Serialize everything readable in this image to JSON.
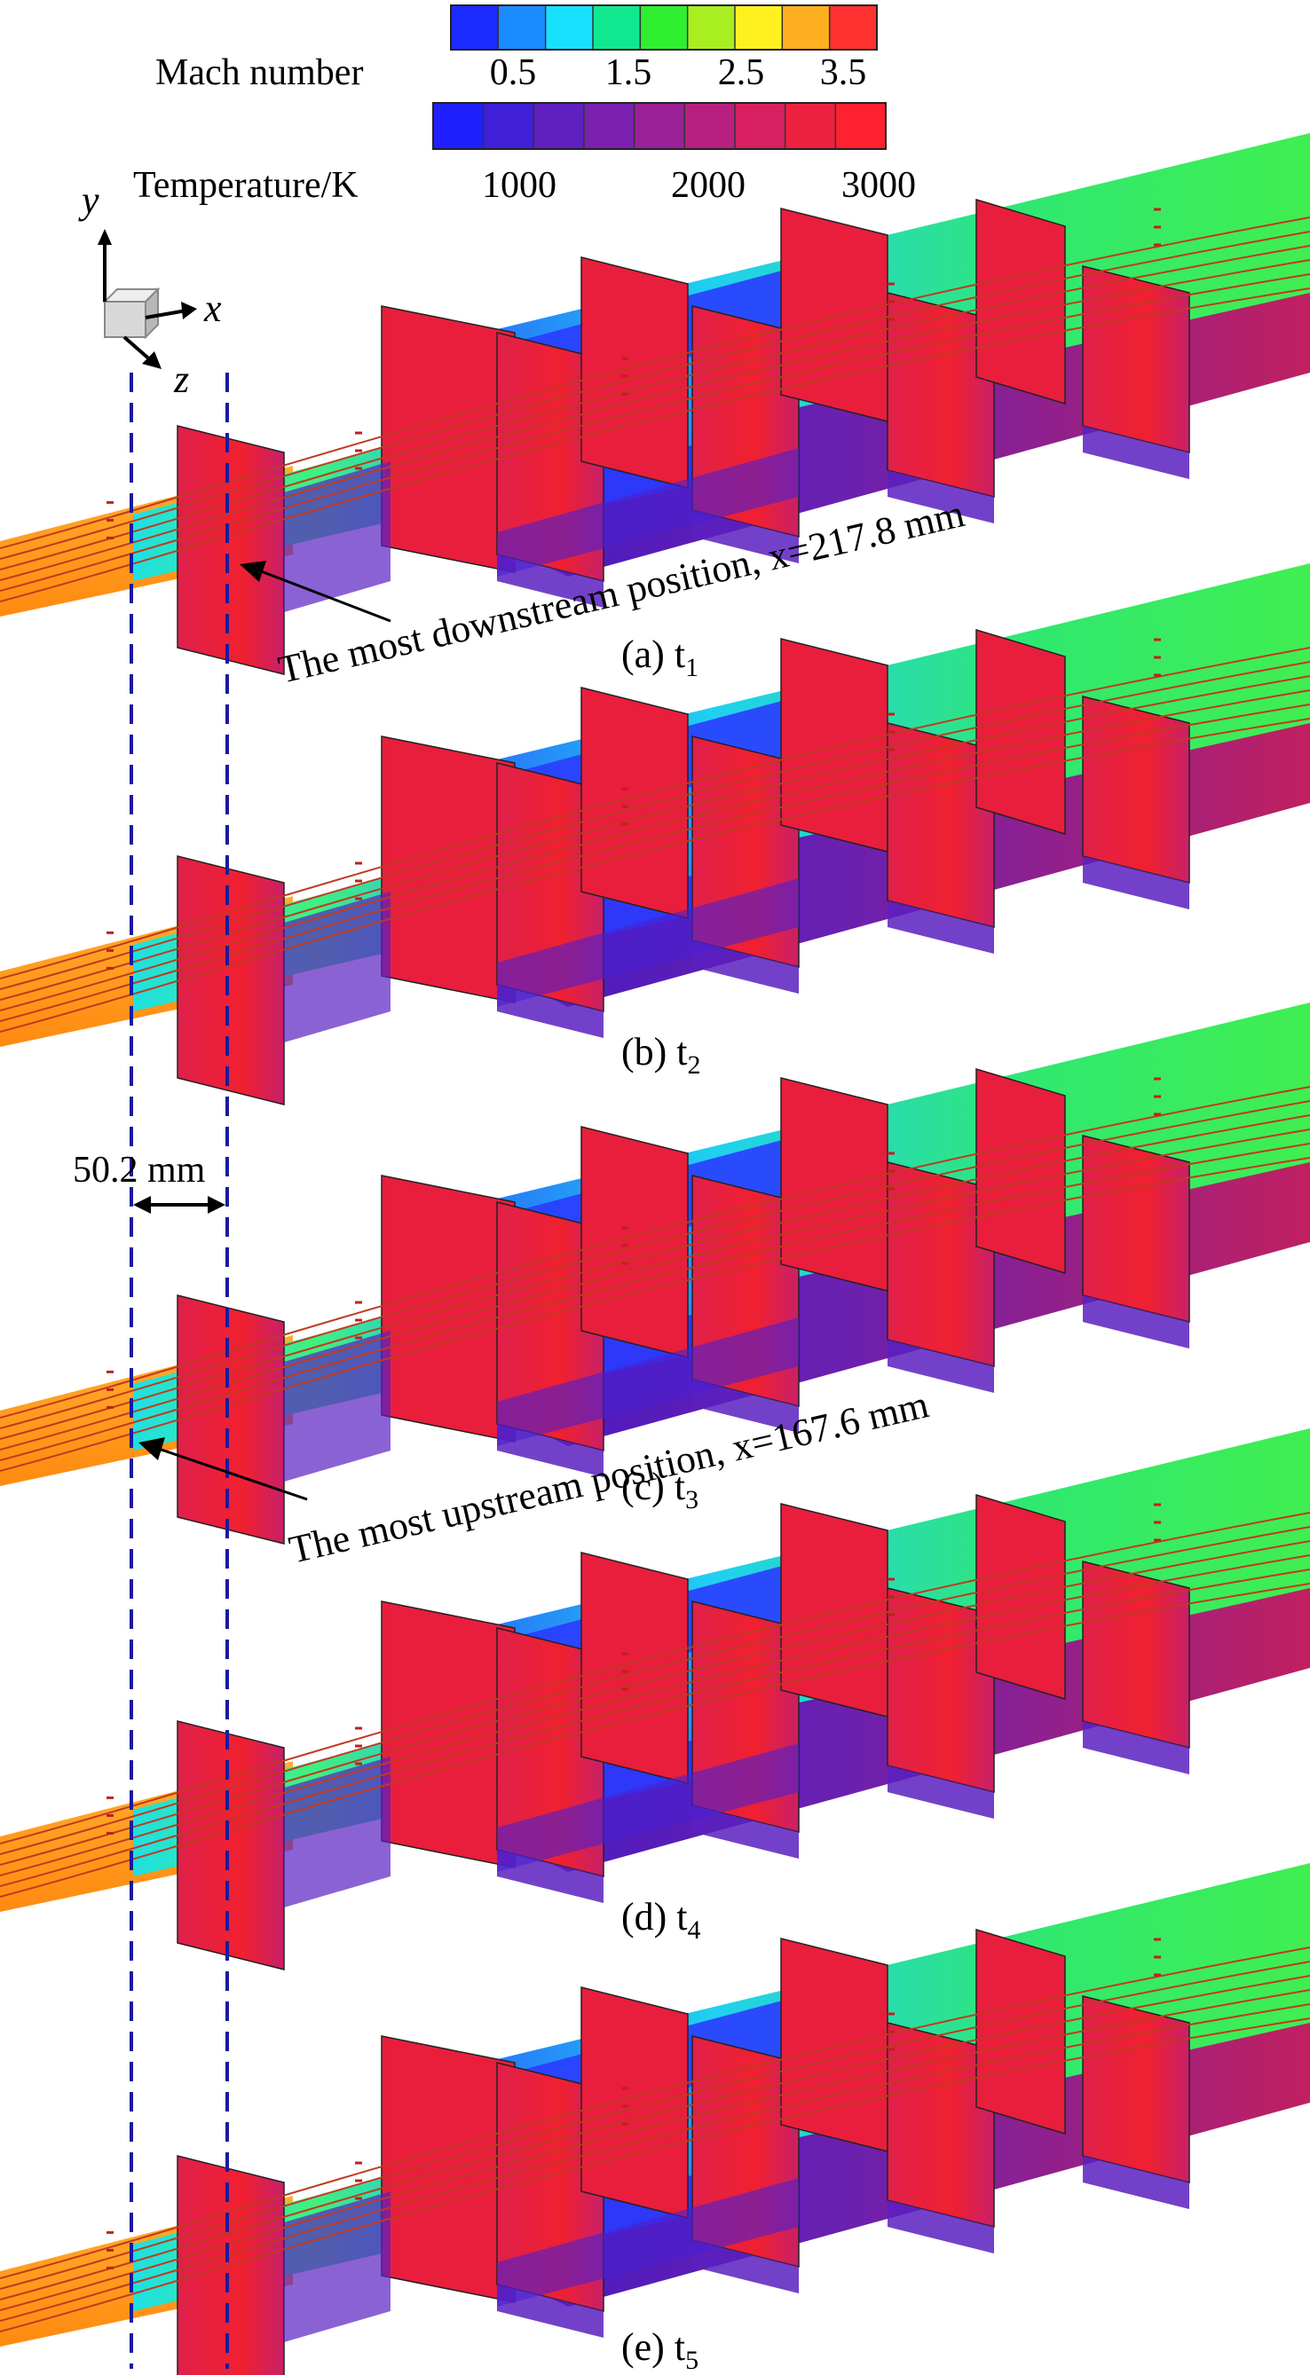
{
  "legend": {
    "mach": {
      "title": "Mach number",
      "ticks": [
        "0.5",
        "1.5",
        "2.5",
        "3.5"
      ],
      "colors": [
        "#1a2cff",
        "#1a8cff",
        "#18e0ff",
        "#10e890",
        "#30ee30",
        "#a8ee20",
        "#fff020",
        "#ffb020",
        "#ff3030"
      ]
    },
    "temperature": {
      "title": "Temperature/K",
      "ticks": [
        "1000",
        "2000",
        "3000"
      ],
      "colors": [
        "#2020ff",
        "#4020d8",
        "#6020c0",
        "#7a20b0",
        "#9a2098",
        "#b82080",
        "#d82060",
        "#ee2040",
        "#ff2030"
      ]
    }
  },
  "axes": {
    "y": "y",
    "x": "x",
    "z": "z"
  },
  "annotations": {
    "downstream": "The most downstream position, x=217.8 mm",
    "upstream": "The most upstream position, x=167.6 mm",
    "distance": "50.2 mm"
  },
  "panels": [
    {
      "label": "(a) t",
      "sub": "1"
    },
    {
      "label": "(b) t",
      "sub": "2"
    },
    {
      "label": "(c) t",
      "sub": "3"
    },
    {
      "label": "(d) t",
      "sub": "4"
    },
    {
      "label": "(e) t",
      "sub": "5"
    }
  ],
  "colors": {
    "inflow": "#ff9a20",
    "wall_hot": "#f01e3c",
    "wall_cool": "#4a20d0",
    "floor_blue": "#2440ff",
    "core_green": "#3ce85a",
    "core_cyan": "#20d8f0",
    "streamline": "#c03a20",
    "guide_line": "#1a1aa0"
  }
}
